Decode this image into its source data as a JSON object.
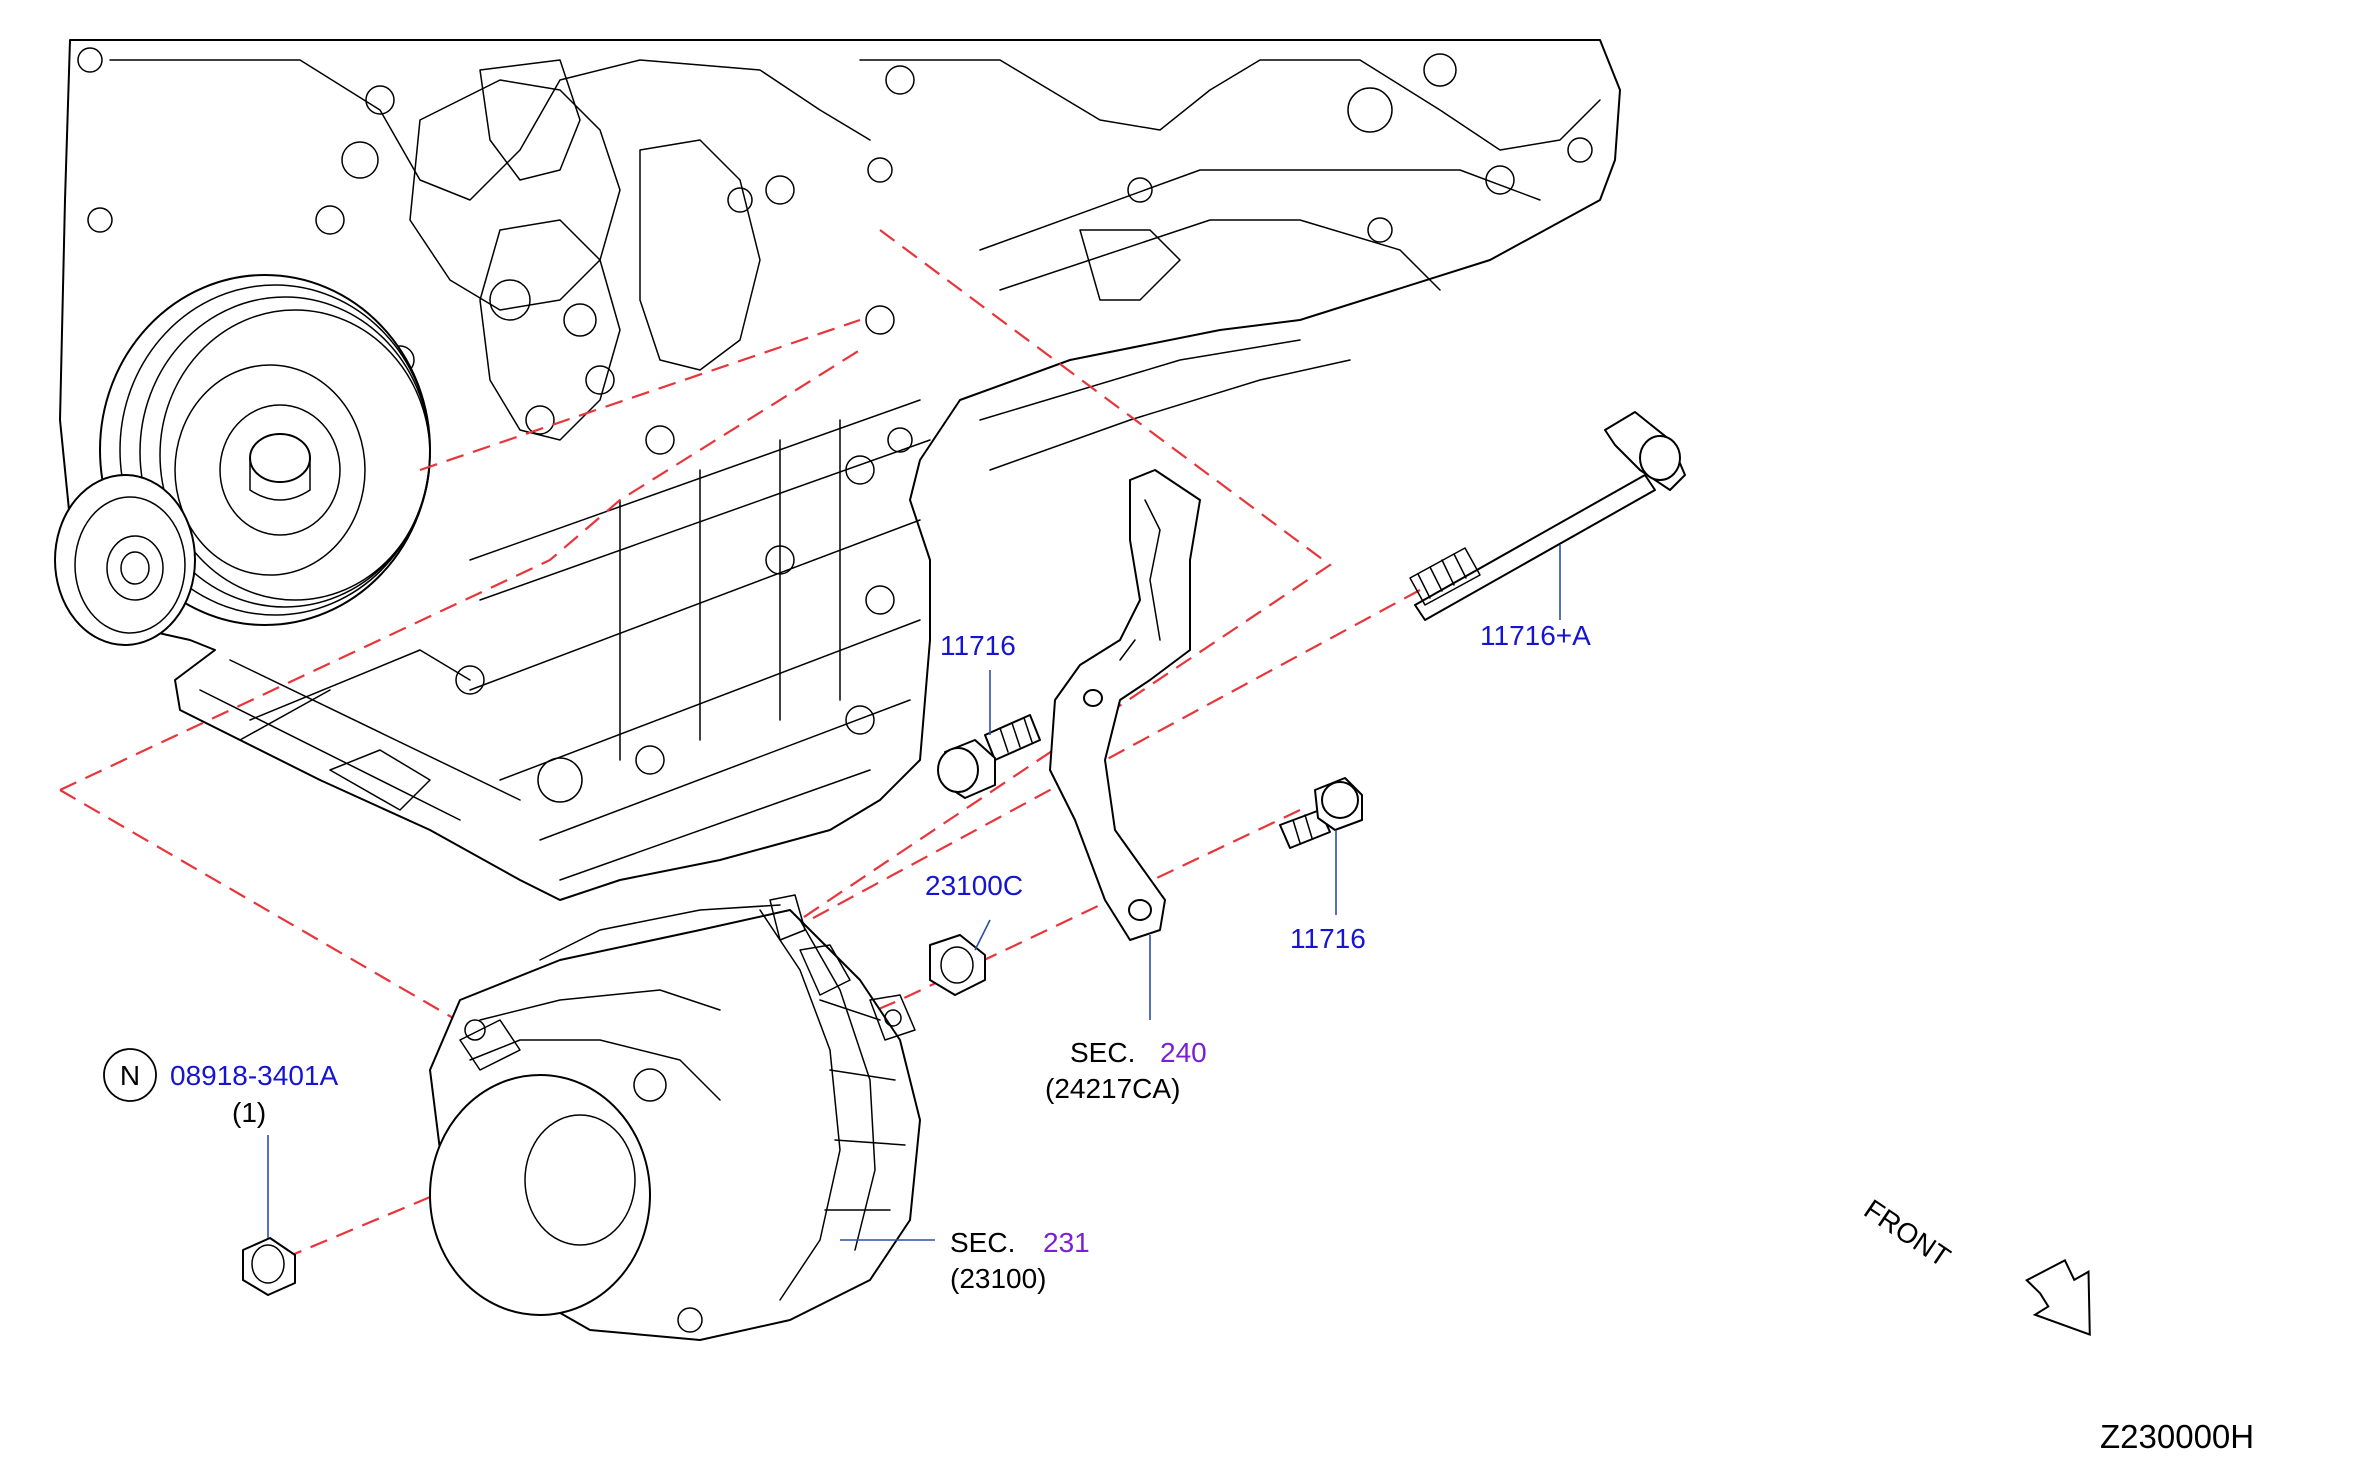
{
  "colors": {
    "part_number": "#1414d2",
    "section_number": "#7a1fd6",
    "text": "#000000",
    "dashed_line": "#e8353b",
    "leader": "#2a4fa8"
  },
  "callouts": {
    "bolt_long": "11716+A",
    "bolt_upper": "11716",
    "bolt_lower": "11716",
    "nut_small": "23100C",
    "bracket_sec_prefix": "SEC.",
    "bracket_sec_number": "240",
    "bracket_part": "(24217CA)",
    "alt_sec_prefix": "SEC.",
    "alt_sec_number": "231",
    "alt_part": "(23100)",
    "nut_badge": "N",
    "nut_part": "08918-3401A",
    "nut_qty": "(1)"
  },
  "direction": {
    "label": "FRONT",
    "icon": "arrow-icon"
  },
  "diagram_code": "Z230000H"
}
